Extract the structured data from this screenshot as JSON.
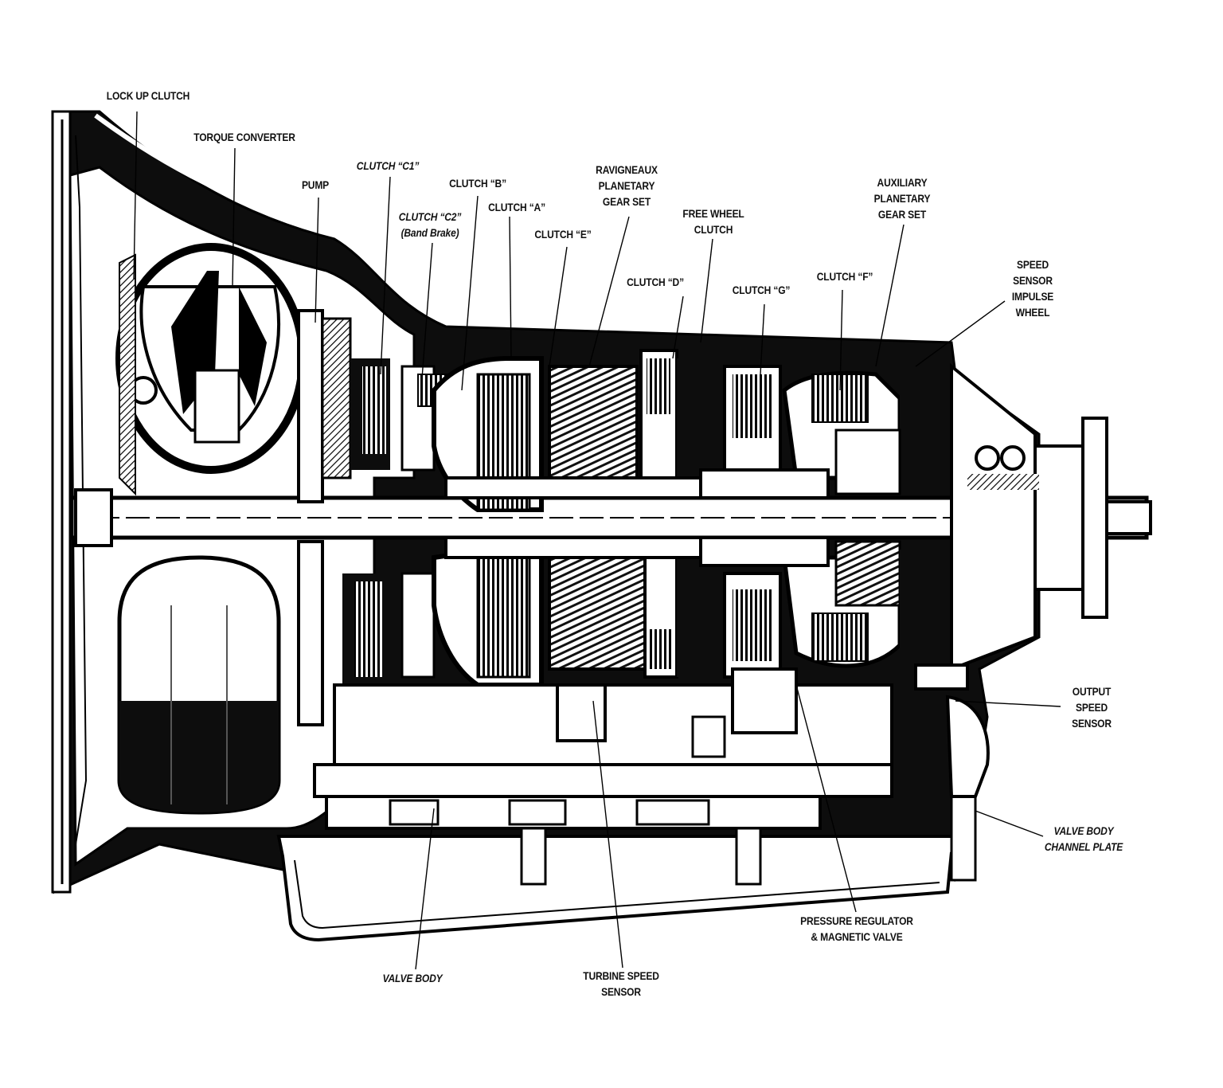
{
  "labels": {
    "lock_up_clutch": "LOCK UP CLUTCH",
    "torque_converter": "TORQUE CONVERTER",
    "pump": "PUMP",
    "clutch_c1": "CLUTCH “C1”",
    "clutch_b": "CLUTCH “B”",
    "clutch_c2_line1": "CLUTCH “C2”",
    "clutch_c2_line2": "(Band Brake)",
    "clutch_a": "CLUTCH “A”",
    "ravigneaux_line1": "RAVIGNEAUX",
    "ravigneaux_line2": "PLANETARY",
    "ravigneaux_line3": "GEAR SET",
    "clutch_e": "CLUTCH “E”",
    "free_wheel_line1": "FREE WHEEL",
    "free_wheel_line2": "CLUTCH",
    "clutch_d": "CLUTCH “D”",
    "clutch_g": "CLUTCH “G”",
    "clutch_f": "CLUTCH “F”",
    "auxiliary_line1": "AUXILIARY",
    "auxiliary_line2": "PLANETARY",
    "auxiliary_line3": "GEAR SET",
    "speed_sensor_line1": "SPEED",
    "speed_sensor_line2": "SENSOR",
    "speed_sensor_line3": "IMPULSE",
    "speed_sensor_line4": "WHEEL",
    "output_speed_line1": "OUTPUT",
    "output_speed_line2": "SPEED",
    "output_speed_line3": "SENSOR",
    "valve_body_channel_line1": "VALVE BODY",
    "valve_body_channel_line2": "CHANNEL PLATE",
    "pressure_regulator_line1": "PRESSURE REGULATOR",
    "pressure_regulator_line2": "& MAGNETIC VALVE",
    "valve_body": "VALVE BODY",
    "turbine_speed_line1": "TURBINE SPEED",
    "turbine_speed_line2": "SENSOR"
  }
}
